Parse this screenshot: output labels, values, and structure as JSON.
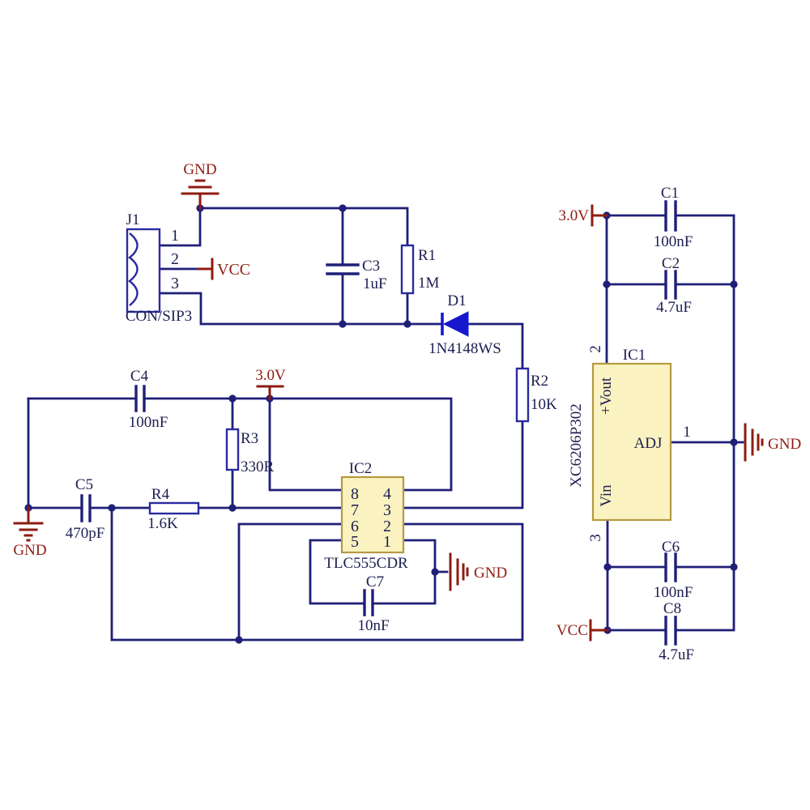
{
  "power": {
    "gnd": "GND",
    "vcc": "VCC",
    "rail_3v0": "3.0V"
  },
  "connector": {
    "ref": "J1",
    "value": "CON/SIP3",
    "pin1": "1",
    "pin2": "2",
    "pin3": "3"
  },
  "resistors": {
    "r1": {
      "ref": "R1",
      "value": "1M"
    },
    "r2": {
      "ref": "R2",
      "value": "10K"
    },
    "r3": {
      "ref": "R3",
      "value": "330R"
    },
    "r4": {
      "ref": "R4",
      "value": "1.6K"
    }
  },
  "capacitors": {
    "c1": {
      "ref": "C1",
      "value": "100nF"
    },
    "c2": {
      "ref": "C2",
      "value": "4.7uF"
    },
    "c3": {
      "ref": "C3",
      "value": "1uF"
    },
    "c4": {
      "ref": "C4",
      "value": "100nF"
    },
    "c5": {
      "ref": "C5",
      "value": "470pF"
    },
    "c6": {
      "ref": "C6",
      "value": "100nF"
    },
    "c7": {
      "ref": "C7",
      "value": "10nF"
    },
    "c8": {
      "ref": "C8",
      "value": "4.7uF"
    }
  },
  "diode": {
    "ref": "D1",
    "value": "1N4148WS"
  },
  "ic1": {
    "ref": "IC1",
    "part": "XC6206P302",
    "pin_vout": "+Vout",
    "pin_adj": "ADJ",
    "pin_vin": "Vin",
    "num1": "1",
    "num2": "2",
    "num3": "3"
  },
  "ic2": {
    "ref": "IC2",
    "part": "TLC555CDR",
    "p8": "8",
    "p7": "7",
    "p6": "6",
    "p5": "5",
    "p4": "4",
    "p3": "3",
    "p2": "2",
    "p1": "1"
  },
  "colors": {
    "wire": "#1f1f78",
    "component_outline": "#2a2aa0",
    "diode_blue": "#1717cf",
    "power_red": "#8e1c12",
    "ic_fill": "#faf3c1",
    "ic_border": "#b49a42",
    "label_text": "#1e1e50",
    "background": "#ffffff"
  }
}
